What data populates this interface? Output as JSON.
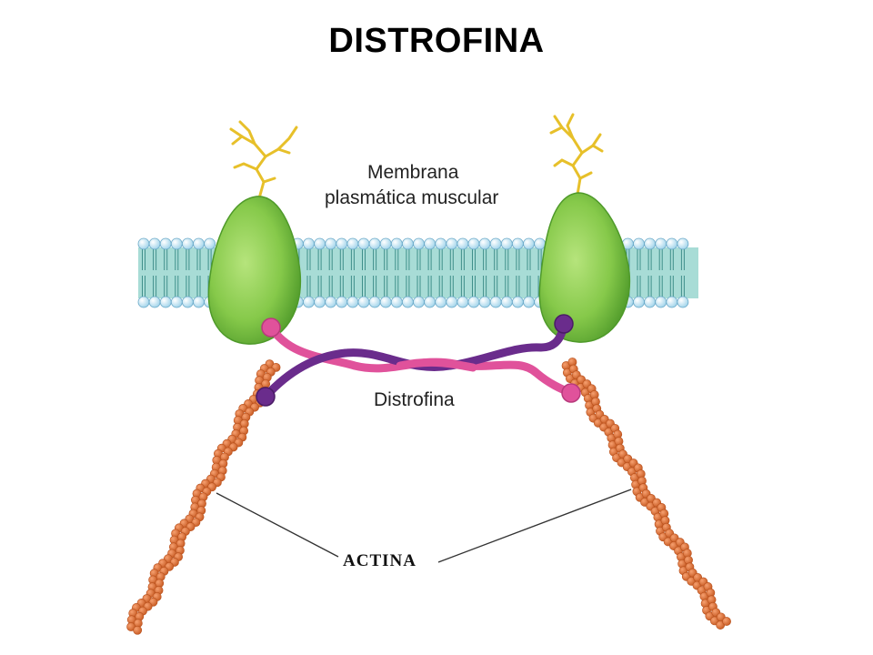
{
  "title": "DISTROFINA",
  "labels": {
    "membrane_line1": "Membrana",
    "membrane_line2": "plasmática muscular",
    "dystrophin": "Distrofina",
    "actin": "ACTINA"
  },
  "colors": {
    "background": "#ffffff",
    "membrane_band": "#a8dcd6",
    "lipid_head": "#bfe6f3",
    "lipid_head_stroke": "#6aa9c8",
    "protein_green": "#8fd04c",
    "protein_green_dark": "#4f9a2a",
    "glycan_yellow": "#e7c02a",
    "dystrophin_pink": "#e0529b",
    "dystrophin_purple": "#6a2c8c",
    "actin_orange": "#e8743a",
    "actin_orange_dark": "#b8501c"
  }
}
